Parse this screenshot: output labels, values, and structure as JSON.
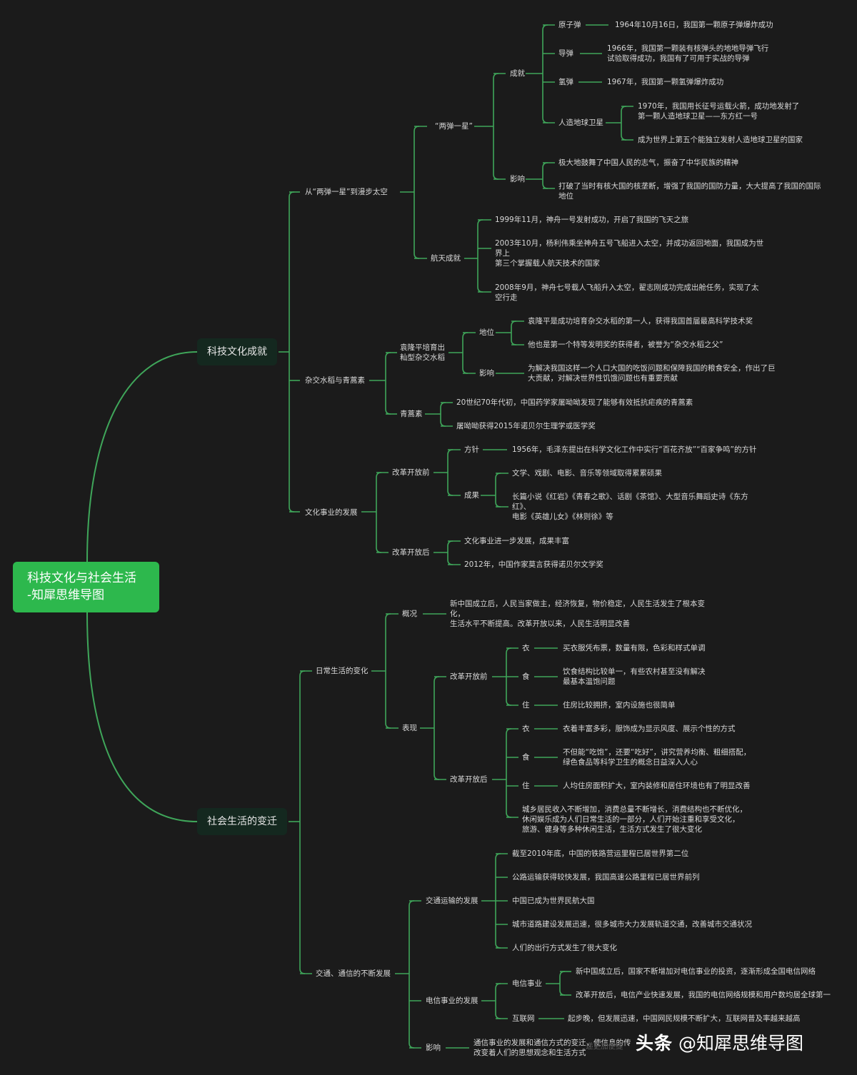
{
  "root": {
    "label": "科技文化与社会生活\n-知犀思维导图"
  },
  "branches": {
    "tech": "科技文化成就",
    "social": "社会生活的变迁"
  },
  "tech": {
    "space": "从“两弹一星”到漫步太空",
    "twobomb": "“两弹一星”",
    "achieve": "成就",
    "atomic": "原子弹",
    "atomic_d": "1964年10月16日，我国第一颗原子弹爆炸成功",
    "missile": "导弹",
    "missile_d": "1966年，我国第一颗装有核弹头的地地导弹飞行\n试验取得成功，我国有了可用于实战的导弹",
    "hbomb": "氢弹",
    "hbomb_d": "1967年，我国第一颗氢弹爆炸成功",
    "satellite": "人造地球卫星",
    "satellite_d1": "1970年，我国用长征号运载火箭，成功地发射了\n第一颗人造地球卫星——东方红一号",
    "satellite_d2": "成为世界上第五个能独立发射人造地球卫星的国家",
    "influence": "影响",
    "influence_d1": "极大地鼓舞了中国人民的志气，振奋了中华民族的精神",
    "influence_d2": "打破了当时有核大国的核垄断，增强了我国的国防力量，大大提高了我国的国际\n地位",
    "aero": "航天成就",
    "aero_d1": "1999年11月，神舟一号发射成功，开启了我国的飞天之旅",
    "aero_d2": "2003年10月，杨利伟乘坐神舟五号飞船进入太空，并成功返回地面，我国成为世\n界上\n第三个掌握载人航天技术的国家",
    "aero_d3": "2008年9月，神舟七号载人飞船升入太空，翟志刚成功完成出舱任务，实现了太\n空行走",
    "rice": "杂交水稻与青蒿素",
    "yuan": "袁隆平培育出\n籼型杂交水稻",
    "status": "地位",
    "status_d1": "袁隆平是成功培育杂交水稻的第一人，获得我国首届最高科学技术奖",
    "status_d2": "他也是第一个特等发明奖的获得者，被誉为“杂交水稻之父”",
    "yinfluence": "影响",
    "yinfluence_d": "为解决我国这样一个人口大国的吃饭问题和保障我国的粮食安全，作出了巨\n大贡献，对解决世界性饥饿问题也有重要贡献",
    "artemisinin": "青蒿素",
    "art_d1": "20世纪70年代初，中国药学家屠呦呦发现了能够有效抵抗疟疾的青蒿素",
    "art_d2": "屠呦呦获得2015年诺贝尔生理学或医学奖",
    "culture": "文化事业的发展",
    "pre": "改革开放前",
    "policy": "方针",
    "policy_d": "1956年，毛泽东提出在科学文化工作中实行“百花齐放”“百家争鸣”的方针",
    "result": "成果",
    "result_d1": "文学、戏剧、电影、音乐等领域取得累累硕果",
    "result_d2": "长篇小说《红岩》《青春之歌》、话剧《茶馆》、大型音乐舞蹈史诗《东方\n红》、\n电影《英雄儿女》《林则徐》等",
    "post": "改革开放后",
    "post_d1": "文化事业进一步发展，成果丰富",
    "post_d2": "2012年，中国作家莫言获得诺贝尔文学奖"
  },
  "social": {
    "daily": "日常生活的变化",
    "overview": "概况",
    "overview_d": "新中国成立后，人民当家做主，经济恢复，物价稳定，人民生活发生了根本变\n化，\n生活水平不断提高。改革开放以来，人民生活明显改善",
    "show": "表现",
    "pre": "改革开放前",
    "clothes": "衣",
    "food": "食",
    "house": "住",
    "pre_clothes": "买衣服凭布票，数量有限，色彩和样式单调",
    "pre_food": "饮食结构比较单一，有些农村甚至没有解决\n最基本温饱问题",
    "pre_house": "住房比较拥挤，室内设施也很简单",
    "post": "改革开放后",
    "post_clothes": "衣着丰富多彩，服饰成为显示风度、展示个性的方式",
    "post_food": "不但能“吃饱”，还要“吃好”，讲究营养均衡、粗细搭配，\n绿色食品等科学卫生的概念日益深入人心",
    "post_house": "人均住房面积扩大，室内装修和居住环境也有了明显改善",
    "post_other": "城乡居民收入不断增加，消费总量不断增长，消费结构也不断优化，\n休闲娱乐成为人们日常生活的一部分，人们开始注重和享受文化，\n旅游、健身等多种休闲生活，生活方式发生了很大变化",
    "transcomm": "交通、通信的不断发展",
    "transport": "交通运输的发展",
    "tr_d1": "截至2010年底，中国的铁路营运里程已居世界第二位",
    "tr_d2": "公路运输获得较快发展，我国高速公路里程已居世界前列",
    "tr_d3": "中国已成为世界民航大国",
    "tr_d4": "城市道路建设发展迅速，很多城市大力发展轨道交通，改善城市交通状况",
    "tr_d5": "人们的出行方式发生了很大变化",
    "telecom": "电信事业的发展",
    "tel": "电信事业",
    "tel_d1": "新中国成立后，国家不断增加对电信事业的投资，逐渐形成全国电信网络",
    "tel_d2": "改革开放后，电信产业快速发展，我国的电信网络规模和用户数均居全球第一",
    "internet": "互联网",
    "internet_d": "起步晚，但发展迅速，中国网民规模不断扩大，互联网普及率越来越高",
    "effect": "影响",
    "effect_d": "通信事业的发展和通信方式的变迁，使信息的传\n改变着人们的思想观念和生活方式"
  },
  "watermark": {
    "brand": "头条",
    "account": "@知犀思维导图",
    "faint": "递更加便捷"
  },
  "colors": {
    "line": "#3fa65a",
    "root": "#2db84d",
    "branch_bg": "#14281f",
    "bg": "#1b1b1b"
  }
}
